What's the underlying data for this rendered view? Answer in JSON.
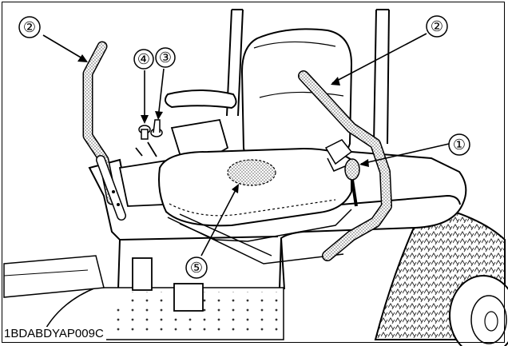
{
  "figure": {
    "id_label": "1BDABDYAP009C",
    "subject": "zero-turn mower operator seat with steering control levers",
    "line_color": "#000000",
    "background_color": "#ffffff",
    "hatch_color": "#555555"
  },
  "callouts": [
    {
      "number": "①",
      "target": "lever-grip-knob"
    },
    {
      "number": "②",
      "target": "left-steering-lever"
    },
    {
      "number": "②",
      "target": "right-steering-lever"
    },
    {
      "number": "③",
      "target": "control-switch"
    },
    {
      "number": "④",
      "target": "key-switch"
    },
    {
      "number": "⑤",
      "target": "seat-cushion-marked-area"
    }
  ]
}
